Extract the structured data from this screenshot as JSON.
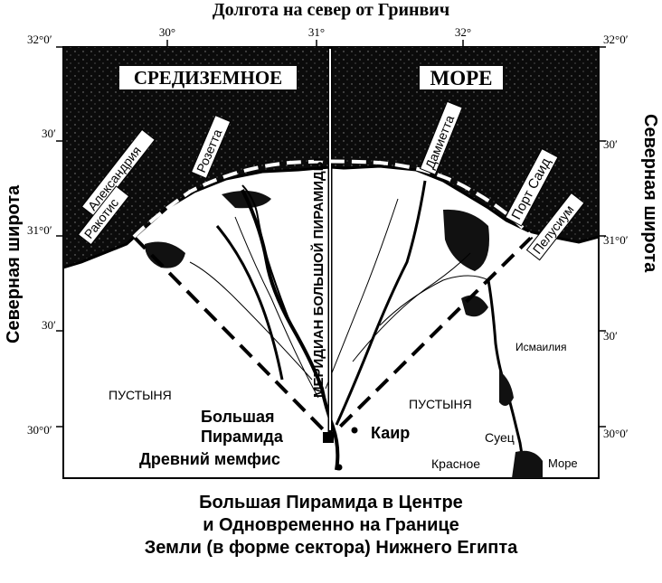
{
  "header": {
    "title": "Долгота на север от Гринвич"
  },
  "axes": {
    "left_label": "Северная широта",
    "right_label": "Северная широта",
    "longitude_ticks": [
      "30°",
      "31°",
      "32°"
    ],
    "latitude_ticks_left": [
      "32°0′",
      "30′",
      "31°0′",
      "30′",
      "30°0′"
    ],
    "latitude_ticks_right": [
      "32°0′",
      "30′",
      "31°0′",
      "30′",
      "30°0′"
    ]
  },
  "map": {
    "sea_labels": {
      "mediterranean": "СРЕДИЗЕМНОЕ",
      "sea": "МОРЕ"
    },
    "meridian_label": "МЕРИДИАН БОЛЬШОЙ ПИРАМИДЫ",
    "places": {
      "alexandria": "Александрия",
      "rakotis": "Ракотис",
      "rosetta": "Розетта",
      "damietta": "Дамиетта",
      "port_said": "Порт Саид",
      "pelusium": "Пелусиум",
      "desert_west": "ПУСТЫНЯ",
      "desert_east": "ПУСТЫНЯ",
      "great_pyramid_line1": "Большая",
      "great_pyramid_line2": "Пирамида",
      "ancient_memphis": "Древний мемфис",
      "cairo": "Каир",
      "ismailia": "Исмаилия",
      "suez": "Суец",
      "red_line1": "Красное",
      "red_line2": "Море"
    },
    "colors": {
      "sea": "#0b0b0b",
      "land": "#ffffff",
      "lines": "#000000"
    }
  },
  "caption": {
    "line1": "Большая Пирамида в Центре",
    "line2": "и Одновременно на Границе",
    "line3": "Земли (в форме сектора) Нижнего Египта"
  }
}
